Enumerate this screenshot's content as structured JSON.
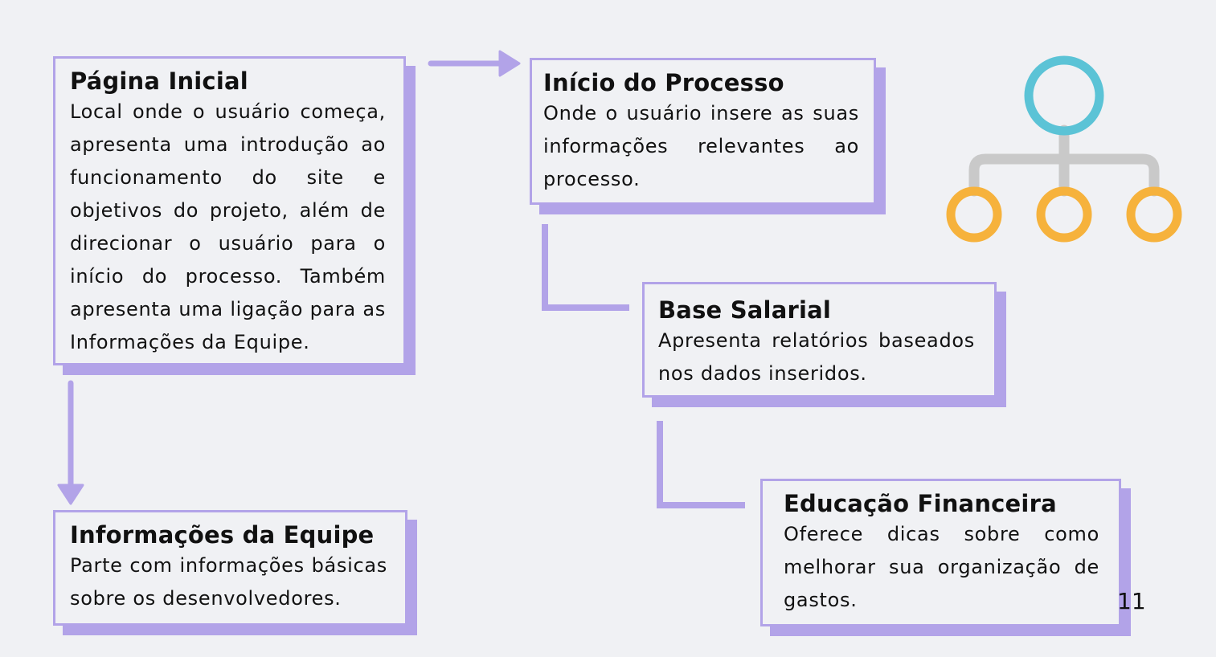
{
  "cards": {
    "home": {
      "title": "Página Inicial",
      "text": "Local onde o usuário começa, apresenta uma introdução ao funcionamento do site e objetivos do projeto, além de direcionar o usuário para o início do processo. Também apresenta uma ligação para as Informações da Equipe."
    },
    "team": {
      "title": "Informações da Equipe",
      "text": "Parte com informações básicas sobre os desenvolvedores."
    },
    "start": {
      "title": "Início do Processo",
      "text": "Onde o usuário insere as suas informações relevantes ao processo."
    },
    "salary": {
      "title": "Base Salarial",
      "text": "Apresenta relatórios baseados nos dados inseridos."
    },
    "finance": {
      "title": "Educação Financeira",
      "text": "Oferece dicas sobre como melhorar sua organização de gastos."
    }
  },
  "page_number": "11",
  "icon": "hierarchy-org-chart-icon",
  "colors": {
    "background": "#f0f1f4",
    "accent_purple": "#b2a3e8",
    "icon_top_blue": "#5bc3d6",
    "icon_bottom_orange": "#f6b23c",
    "icon_connector_gray": "#c9c9c9"
  }
}
